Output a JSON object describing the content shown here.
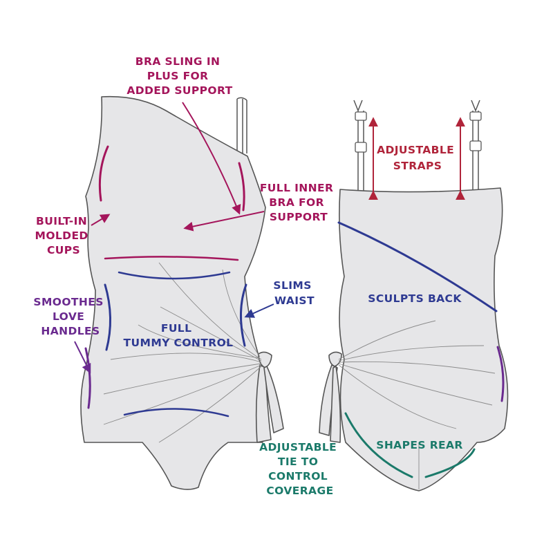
{
  "colors": {
    "magenta": "#a4155b",
    "navy": "#2e3a92",
    "purple": "#6a2a8f",
    "teal": "#1b7a6a",
    "red": "#b0243a",
    "outline": "#555555",
    "fabric": "#e6e6e8"
  },
  "labels": {
    "bra_sling": [
      "BRA SLING IN",
      "PLUS FOR",
      "ADDED SUPPORT"
    ],
    "full_inner_bra": [
      "FULL INNER",
      "BRA FOR",
      "SUPPORT"
    ],
    "molded_cups": [
      "BUILT-IN",
      "MOLDED",
      "CUPS"
    ],
    "slims_waist": [
      "SLIMS",
      "WAIST"
    ],
    "love_handles": [
      "SMOOTHES",
      "LOVE",
      "HANDLES"
    ],
    "tummy_control": [
      "FULL",
      "TUMMY CONTROL"
    ],
    "adjustable_tie": [
      "ADJUSTABLE",
      "TIE TO",
      "CONTROL",
      "COVERAGE"
    ],
    "adjustable_straps": [
      "ADJUSTABLE",
      "STRAPS"
    ],
    "sculpts_back": [
      "SCULPTS BACK"
    ],
    "shapes_rear": [
      "SHAPES REAR"
    ]
  }
}
